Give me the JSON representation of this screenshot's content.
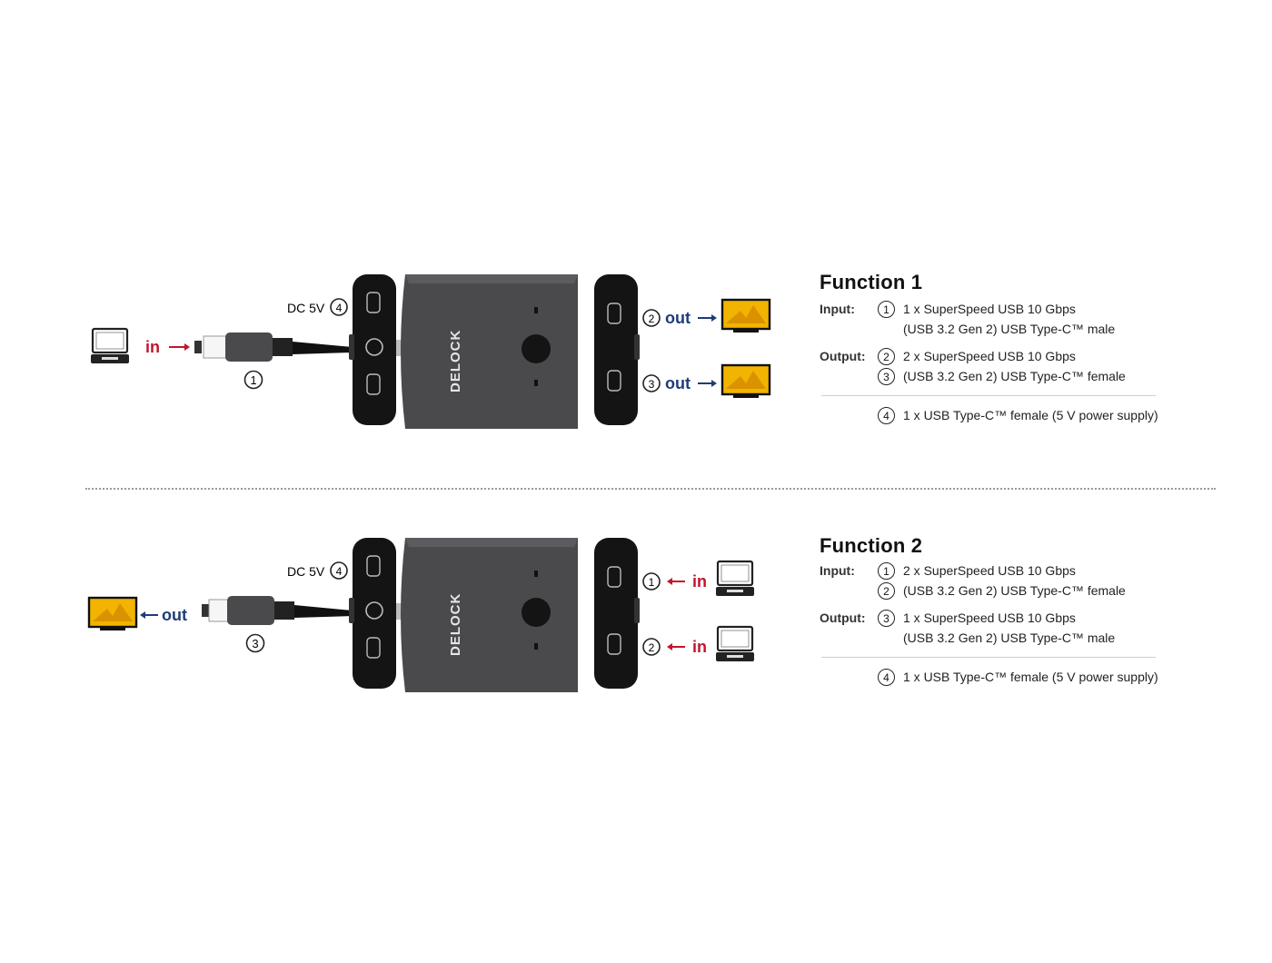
{
  "functions": [
    {
      "title": "Function 1",
      "input_label": "Input:",
      "output_label": "Output:",
      "input_lines": [
        {
          "num": "1",
          "text": "1 x SuperSpeed USB 10 Gbps"
        },
        {
          "num": "",
          "text": "(USB 3.2 Gen 2) USB Type-C™ male"
        }
      ],
      "output_lines": [
        {
          "num": "2",
          "text": "2 x SuperSpeed USB 10 Gbps"
        },
        {
          "num": "3",
          "text": "(USB 3.2 Gen 2) USB Type-C™ female"
        }
      ],
      "power_line": {
        "num": "4",
        "text": "1 x USB Type-C™ female (5 V power supply)"
      },
      "diagram": {
        "dc_label": "DC 5V",
        "dc_num": "4",
        "left_word": "in",
        "left_num": "1",
        "right_top": {
          "num": "2",
          "word": "out"
        },
        "right_bottom": {
          "num": "3",
          "word": "out"
        },
        "brand": "DELOCK"
      }
    },
    {
      "title": "Function 2",
      "input_label": "Input:",
      "output_label": "Output:",
      "input_lines": [
        {
          "num": "1",
          "text": "2 x SuperSpeed USB 10 Gbps"
        },
        {
          "num": "2",
          "text": "(USB 3.2 Gen 2) USB Type-C™ female"
        }
      ],
      "output_lines": [
        {
          "num": "3",
          "text": "1 x SuperSpeed USB 10 Gbps"
        },
        {
          "num": "",
          "text": "(USB 3.2 Gen 2) USB Type-C™ male"
        }
      ],
      "power_line": {
        "num": "4",
        "text": "1 x USB Type-C™ female (5 V power supply)"
      },
      "diagram": {
        "dc_label": "DC 5V",
        "dc_num": "4",
        "left_word": "out",
        "left_num": "3",
        "right_top": {
          "num": "1",
          "word": "in"
        },
        "right_bottom": {
          "num": "2",
          "word": "in"
        },
        "brand": "DELOCK"
      }
    }
  ],
  "colors": {
    "in": "#c3142b",
    "out": "#1f3c78",
    "device_body": "#4a4a4d",
    "end_caps": "#141414",
    "monitor_screen": "#f2b400"
  }
}
